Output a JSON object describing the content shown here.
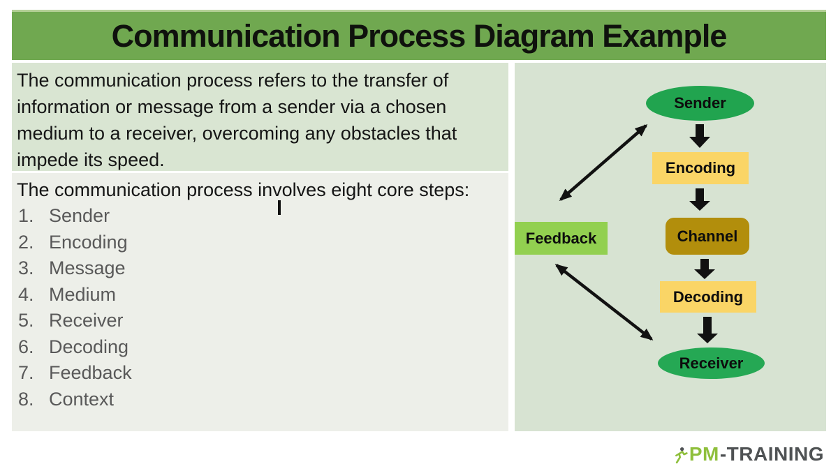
{
  "slide": {
    "title": "Communication Process Diagram Example",
    "intro": "The communication process refers to the transfer of information or message from a sender via a chosen medium to a receiver, overcoming any obstacles that impede its speed.",
    "steps": {
      "heading": "The communication process involves eight core steps:",
      "items": [
        {
          "num": "1.",
          "label": "Sender"
        },
        {
          "num": "2.",
          "label": "Encoding"
        },
        {
          "num": "3.",
          "label": "Message"
        },
        {
          "num": "4.",
          "label": "Medium"
        },
        {
          "num": "5.",
          "label": "Receiver"
        },
        {
          "num": "6.",
          "label": "Decoding"
        },
        {
          "num": "7.",
          "label": "Feedback"
        },
        {
          "num": "8.",
          "label": "Context"
        }
      ]
    },
    "diagram": {
      "nodes": {
        "sender": {
          "label": "Sender",
          "shape": "ellipse",
          "color": "#21a44f"
        },
        "encoding": {
          "label": "Encoding",
          "shape": "rectangle",
          "color": "#fad566"
        },
        "channel": {
          "label": "Channel",
          "shape": "rounded-rectangle",
          "color": "#b28e0c"
        },
        "decoding": {
          "label": "Decoding",
          "shape": "rectangle",
          "color": "#fad566"
        },
        "receiver": {
          "label": "Receiver",
          "shape": "ellipse",
          "color": "#25a854"
        },
        "feedback": {
          "label": "Feedback",
          "shape": "rectangle",
          "color": "#92d050"
        }
      },
      "flows": [
        "sender -> encoding",
        "encoding -> channel",
        "channel -> decoding",
        "decoding -> receiver",
        "feedback <-> sender",
        "feedback <-> receiver"
      ]
    },
    "logo": {
      "icon": "runner-icon",
      "pm": "PM",
      "training": "-TRAINING"
    },
    "colors": {
      "header_green": "#70a850",
      "intro_panel_bg": "#d9e5d2",
      "list_panel_bg": "#edefe9",
      "diagram_panel_bg": "#d7e3d2",
      "list_text": "#595959",
      "arrow_black": "#111111",
      "logo_green": "#8fbf3c",
      "logo_dark": "#4f5254"
    }
  }
}
